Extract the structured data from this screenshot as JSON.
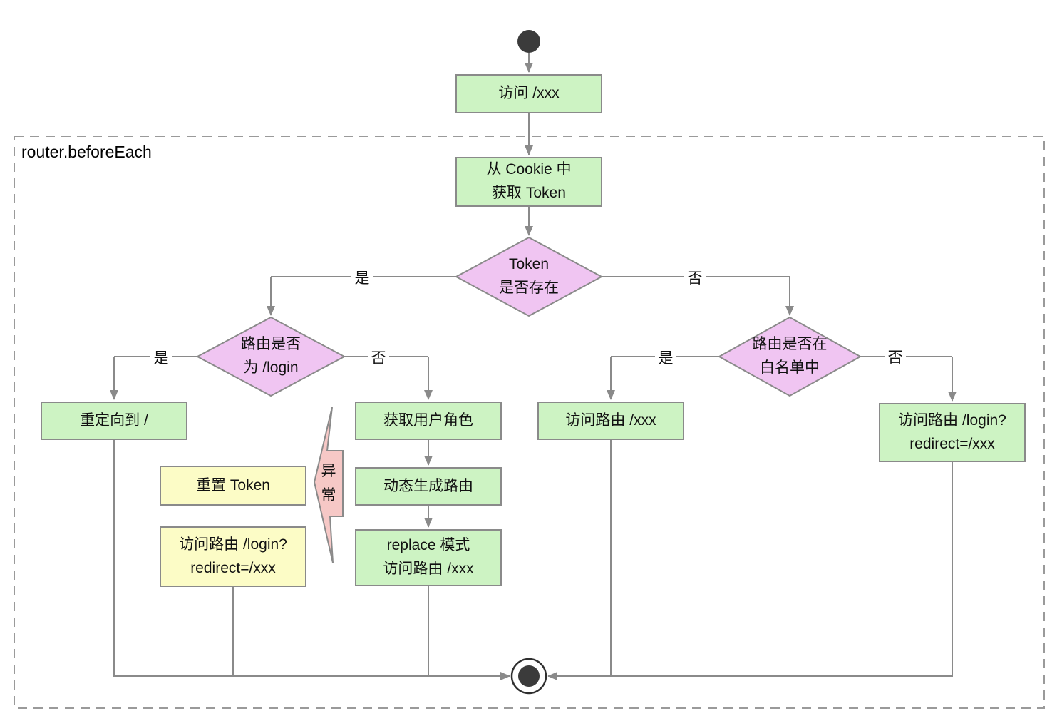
{
  "diagram": {
    "container_label": "router.beforeEach",
    "nodes": {
      "visit": "访问 /xxx",
      "get_token": "从 Cookie 中\n获取 Token",
      "token_exists": "Token\n是否存在",
      "is_login_route": "路由是否\n为 /login",
      "in_whitelist": "路由是否在\n白名单中",
      "redirect_root": "重定向到 /",
      "get_roles": "获取用户角色",
      "gen_routes": "动态生成路由",
      "replace_visit": "replace 模式\n访问路由 /xxx",
      "visit_route": "访问路由 /xxx",
      "visit_login_green": "访问路由 /login?\nredirect=/xxx",
      "reset_token": "重置 Token",
      "visit_login_yellow": "访问路由 /login?\nredirect=/xxx",
      "exception": "异\n常"
    },
    "labels": {
      "yes1": "是",
      "no1": "否",
      "yes2": "是",
      "no2": "否",
      "yes3": "是",
      "no3": "否"
    },
    "colors": {
      "green": "#cdf3c3",
      "purple": "#f0c5f2",
      "yellow": "#fcfcc6",
      "pink": "#f6c8c6",
      "line": "#8a8a8a",
      "frame": "#9a9a9a",
      "node_dark": "#3b3b3b"
    }
  }
}
